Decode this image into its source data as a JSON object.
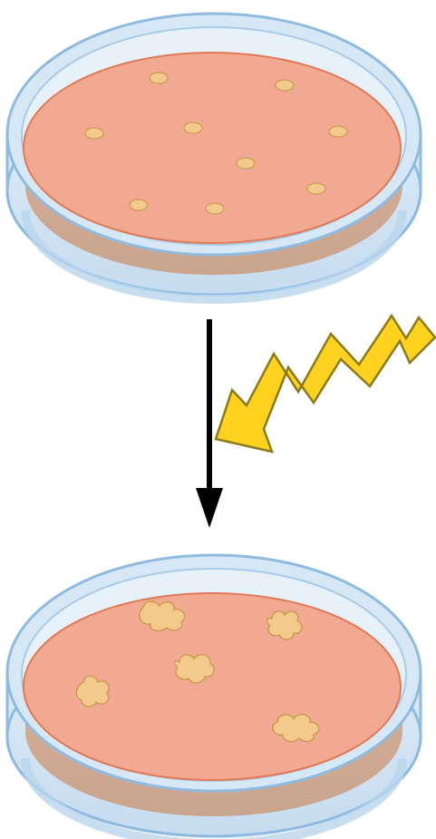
{
  "diagram": {
    "top_dish": {
      "colony_count": 9,
      "colony_shape": "small smooth round",
      "medium_color": "#f2a992",
      "colony_color": "#f3c98c"
    },
    "process_arrow": {
      "direction": "down",
      "color": "#000000"
    },
    "radiation_bolt": {
      "icon": "lightning-bolt",
      "color": "#ffd21f",
      "outline_color": "#8a7a1a"
    },
    "bottom_dish": {
      "colony_count": 5,
      "colony_shape": "large irregular rough",
      "medium_color": "#f2a992",
      "colony_color": "#f3c98c"
    }
  }
}
